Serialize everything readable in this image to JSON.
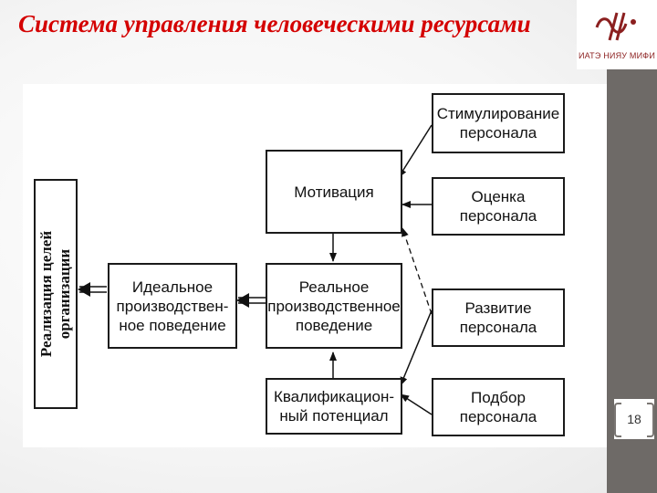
{
  "slide": {
    "title": "Система управления человеческими ресурсами",
    "logo_text": "ИАТЭ НИЯУ МИФИ",
    "page_number": "18"
  },
  "diagram": {
    "vertical_label": "Реализация целей\nорганизации",
    "ideal_behavior": "Идеальное\nпроизводствен-\nное поведение",
    "motivation": "Мотивация",
    "real_behavior": "Реальное\nпроизводственное\nповедение",
    "qualification": "Квалификацион-\nный потенциал",
    "stimulation": "Стимулирование\nперсонала",
    "assessment": "Оценка\nперсонала",
    "development": "Развитие\nперсонала",
    "selection": "Подбор\nперсонала"
  },
  "colors": {
    "title": "#d40000",
    "side_bar": "#6e6a67",
    "logo": "#8b1f1f"
  }
}
